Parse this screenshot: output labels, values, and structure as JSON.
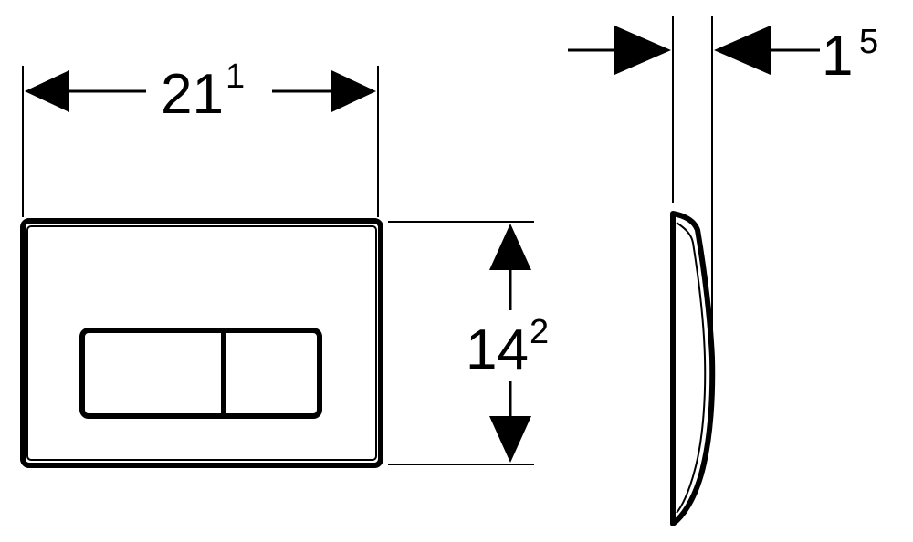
{
  "diagram": {
    "dimensions": {
      "width": {
        "main": "21",
        "sup": "1"
      },
      "height": {
        "main": "14",
        "sup": "2"
      },
      "thickness": {
        "main": "1",
        "sup": "5"
      }
    },
    "colors": {
      "line": "#000000",
      "background": "#ffffff"
    }
  }
}
